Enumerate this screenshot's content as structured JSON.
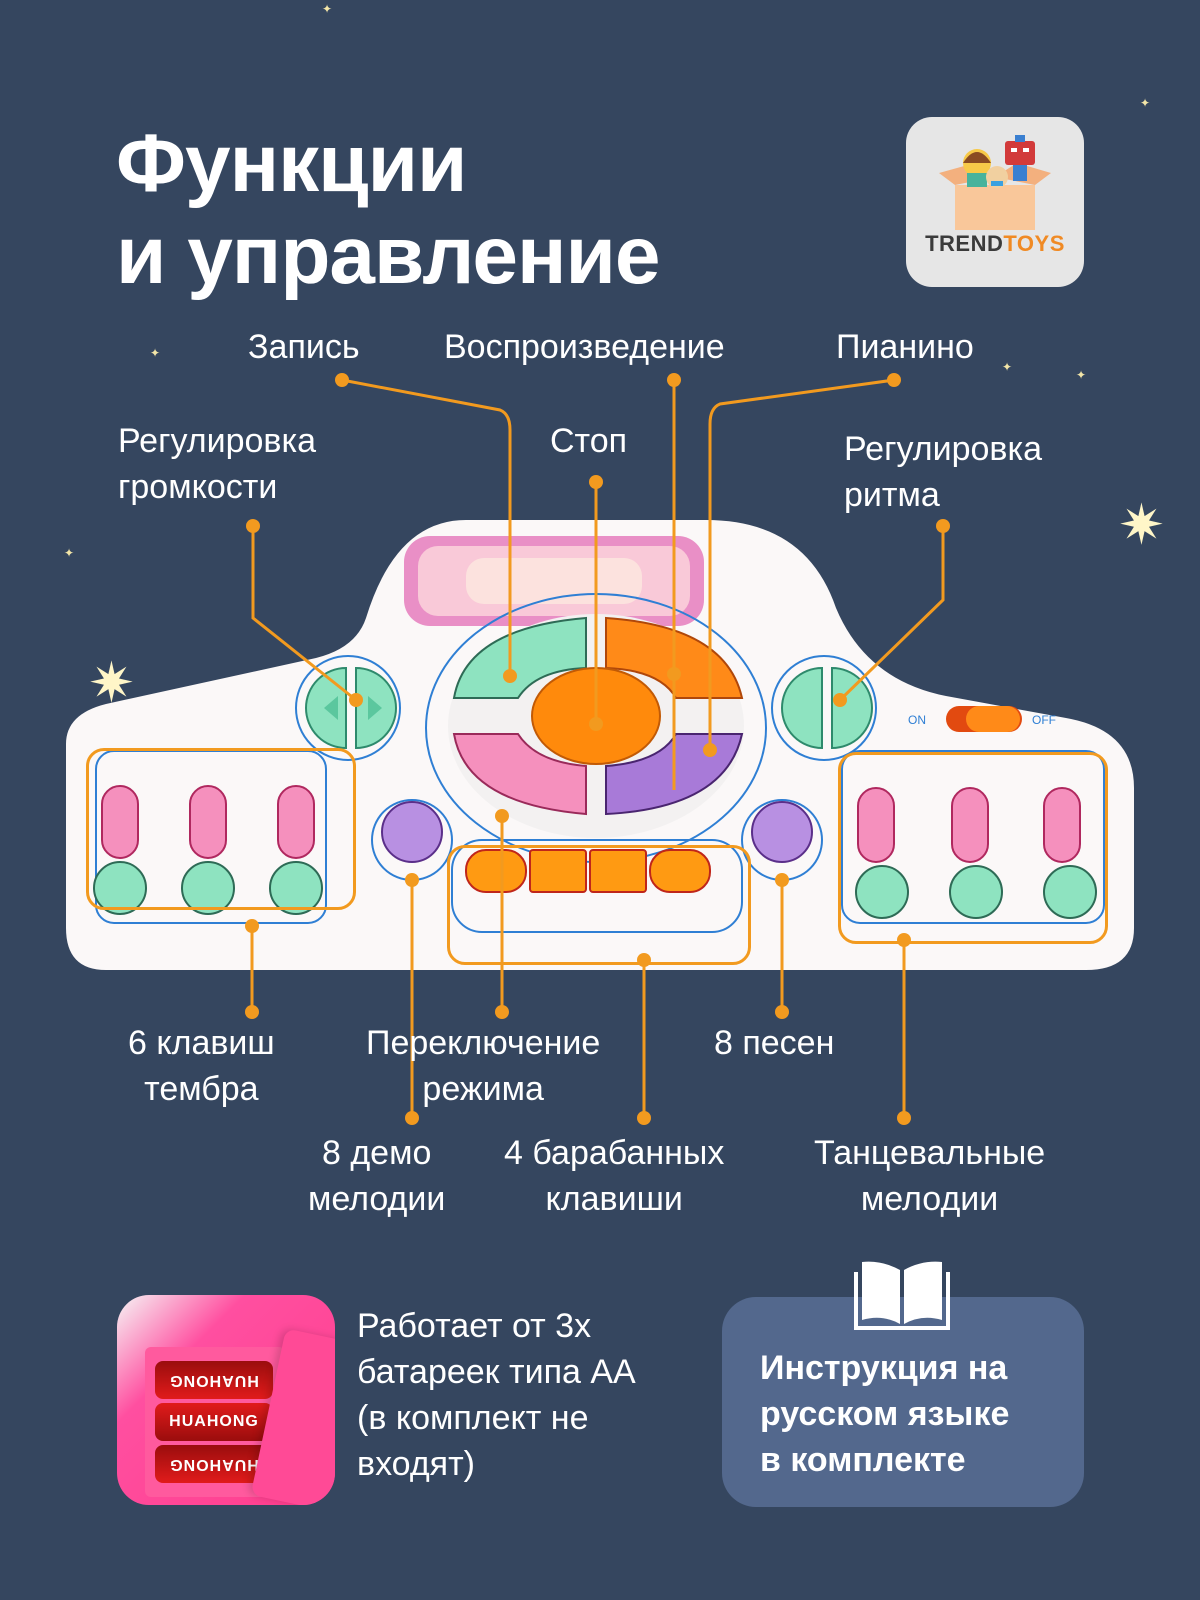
{
  "header": {
    "title_line1": "Функции",
    "title_line2": "и управление"
  },
  "brand": {
    "logo_word1": "TREND",
    "logo_word2": "TOYS",
    "colors": {
      "word1": "#3b3b3b",
      "word2": "#f08a24",
      "tile_bg": "#e6e6e6"
    }
  },
  "labels_top": {
    "record": "Запись",
    "playback": "Воспроизведение",
    "piano": "Пианино",
    "volume_line1": "Регулировка",
    "volume_line2": "громкости",
    "stop": "Стоп",
    "rhythm_line1": "Регулировка",
    "rhythm_line2": "ритма"
  },
  "labels_bottom": {
    "timbre_line1": "6 клавиш",
    "timbre_line2": "тембра",
    "mode_line1": "Переключение",
    "mode_line2": "режима",
    "songs": "8 песен",
    "demo_line1": "8 демо",
    "demo_line2": "мелодии",
    "drums_line1": "4  барабанных",
    "drums_line2": "клавиши",
    "dance_line1": "Танцевальные",
    "dance_line2": "мелодии"
  },
  "toy_panel": {
    "switch_on": "ON",
    "switch_off": "OFF"
  },
  "battery": {
    "line1": "Работает от 3х",
    "line2": "батареек типа АА",
    "line3": "(в комплект не",
    "line4": "входят)",
    "battery_brand": "HUAHONG"
  },
  "manual": {
    "line1": "Инструкция на",
    "line2": "русском языке",
    "line3": "в комплекте",
    "icon": "open-book-icon"
  },
  "colors": {
    "background": "#35465f",
    "accent_orange": "#f29a1f",
    "card_blue": "#53688d",
    "text": "#ffffff"
  }
}
